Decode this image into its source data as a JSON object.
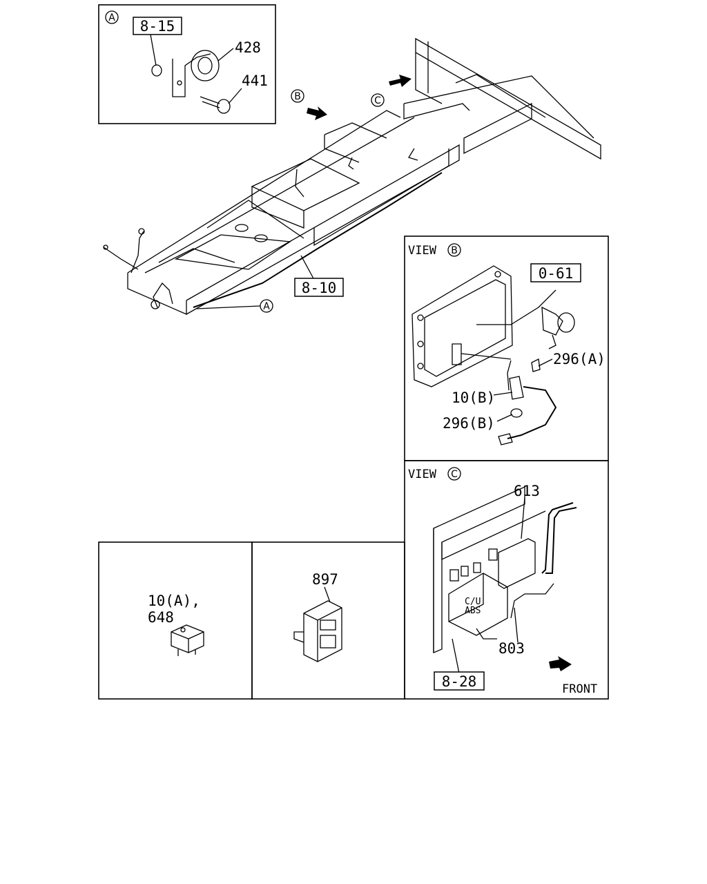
{
  "callouts": {
    "detail_a_marker": "A",
    "ref_8_15": "8-15",
    "part_428": "428",
    "part_441": "441",
    "marker_b": "B",
    "marker_c": "C",
    "ref_8_10": "8-10",
    "marker_a_chassis": "A"
  },
  "view_b": {
    "title": "VIEW",
    "marker": "B",
    "ref_0_61": "0-61",
    "part_296a": "296(A)",
    "part_10b": "10(B)",
    "part_296b": "296(B)"
  },
  "view_c": {
    "title": "VIEW",
    "marker": "C",
    "part_613": "613",
    "module_text_1": "C/U",
    "module_text_2": "ABS",
    "part_803": "803",
    "ref_8_28": "8-28",
    "front_label": "FRONT"
  },
  "bottom_left": {
    "part_10a": "10(A),",
    "part_648": "648"
  },
  "bottom_mid": {
    "part_897": "897"
  }
}
